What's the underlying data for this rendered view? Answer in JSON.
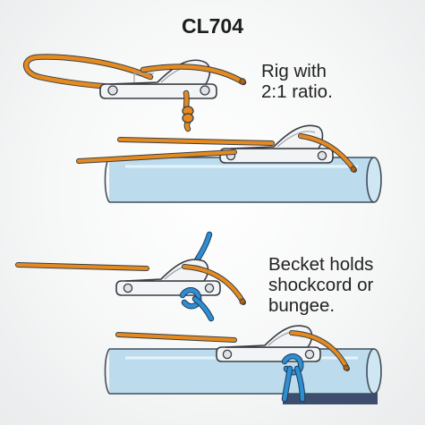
{
  "title": "CL704",
  "captions": {
    "rig": {
      "line1": "Rig with",
      "line2": "2:1 ratio."
    },
    "becket": {
      "line1": "Becket holds",
      "line2": "shockcord or",
      "line3": "bungee."
    }
  },
  "colors": {
    "rope_orange": "#e58a1f",
    "rope_dark": "#b3630a",
    "cord_blue": "#2d8fd2",
    "tube_fill": "#bcdcee",
    "tube_stroke": "#3f4f5c",
    "deck": "#3c4d70",
    "cleat_fill": "#f2f4f6",
    "outline": "#3a3f45"
  },
  "icons": {
    "cleat": "cam-cleat-icon",
    "tube": "spar-tube-icon",
    "rope": "rope-icon",
    "shockcord": "shockcord-icon",
    "screw": "screw-icon"
  }
}
